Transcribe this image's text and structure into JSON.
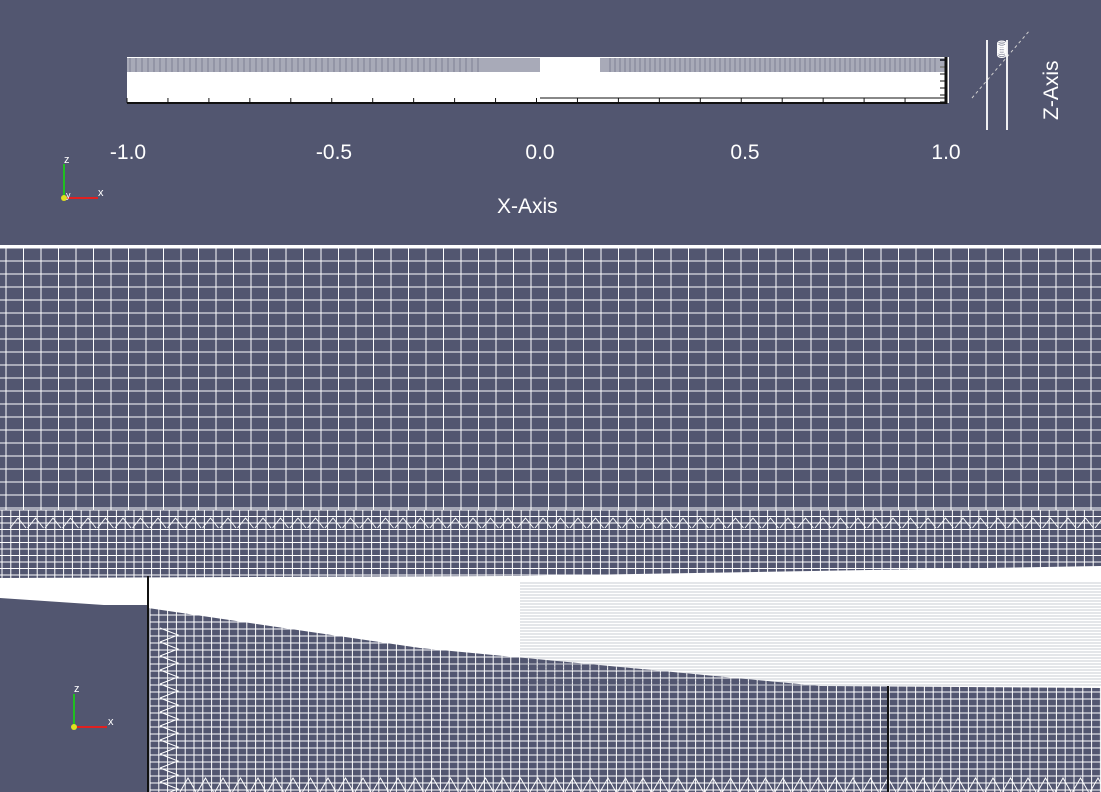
{
  "top_view": {
    "x_axis": {
      "title": "X-Axis",
      "tick_labels": [
        "-1.0",
        "-0.5",
        "0.0",
        "0.5",
        "1.0"
      ]
    },
    "z_axis": {
      "title": "Z-Axis",
      "stacked_tick_text": "0000000"
    },
    "orientation_labels": {
      "x": "x",
      "y": "y",
      "z": "z"
    }
  },
  "bottom_view": {
    "orientation_labels": {
      "x": "x",
      "z": "z"
    }
  },
  "colors": {
    "background": "#525670",
    "mesh": "#ffffff",
    "x_axis_color": "#e02020",
    "y_axis_color": "#e0e020",
    "z_axis_color": "#20c020"
  }
}
